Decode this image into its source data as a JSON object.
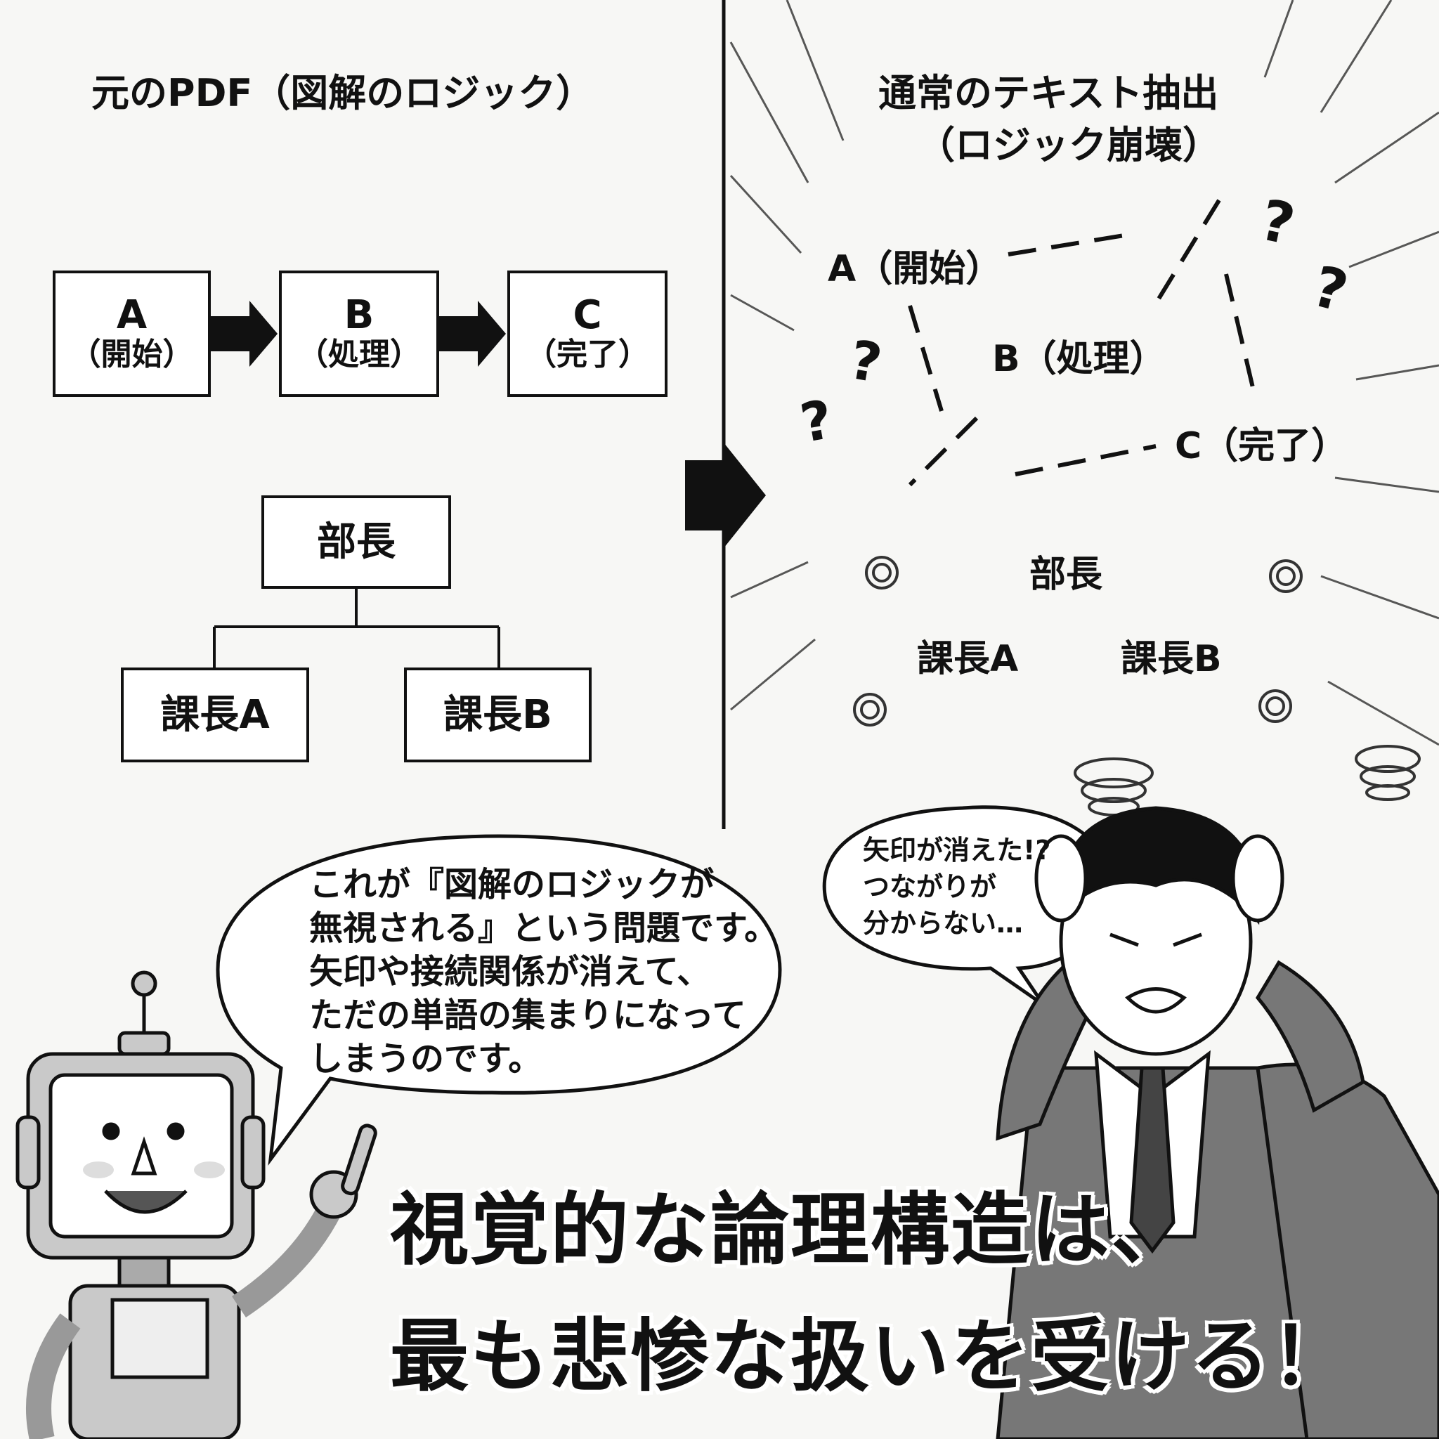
{
  "left_panel": {
    "title": "元のPDF（図解のロジック）",
    "flow": [
      {
        "letter": "A",
        "label": "（開始）"
      },
      {
        "letter": "B",
        "label": "（処理）"
      },
      {
        "letter": "C",
        "label": "（完了）"
      }
    ],
    "org": {
      "top": "部長",
      "children": [
        "課長A",
        "課長B"
      ]
    }
  },
  "right_panel": {
    "title_line1": "通常のテキスト抽出",
    "title_line2": "（ロジック崩壊）",
    "nodes": {
      "a": "A（開始）",
      "b": "B（処理）",
      "c": "C（完了）",
      "boss": "部長",
      "chief_a": "課長A",
      "chief_b": "課長B"
    },
    "question_mark": "?"
  },
  "robot_bubble": {
    "lines": [
      "これが『図解のロジックが",
      "無視される』という問題です。",
      "矢印や接続関係が消えて、",
      "ただの単語の集まりになって",
      "しまうのです。"
    ]
  },
  "man_bubble": {
    "lines": [
      "矢印が消えた!?",
      "つながりが",
      "分からない…"
    ]
  },
  "caption": {
    "line1": "視覚的な論理構造は、",
    "line2": "最も悲惨な扱いを受ける！"
  }
}
